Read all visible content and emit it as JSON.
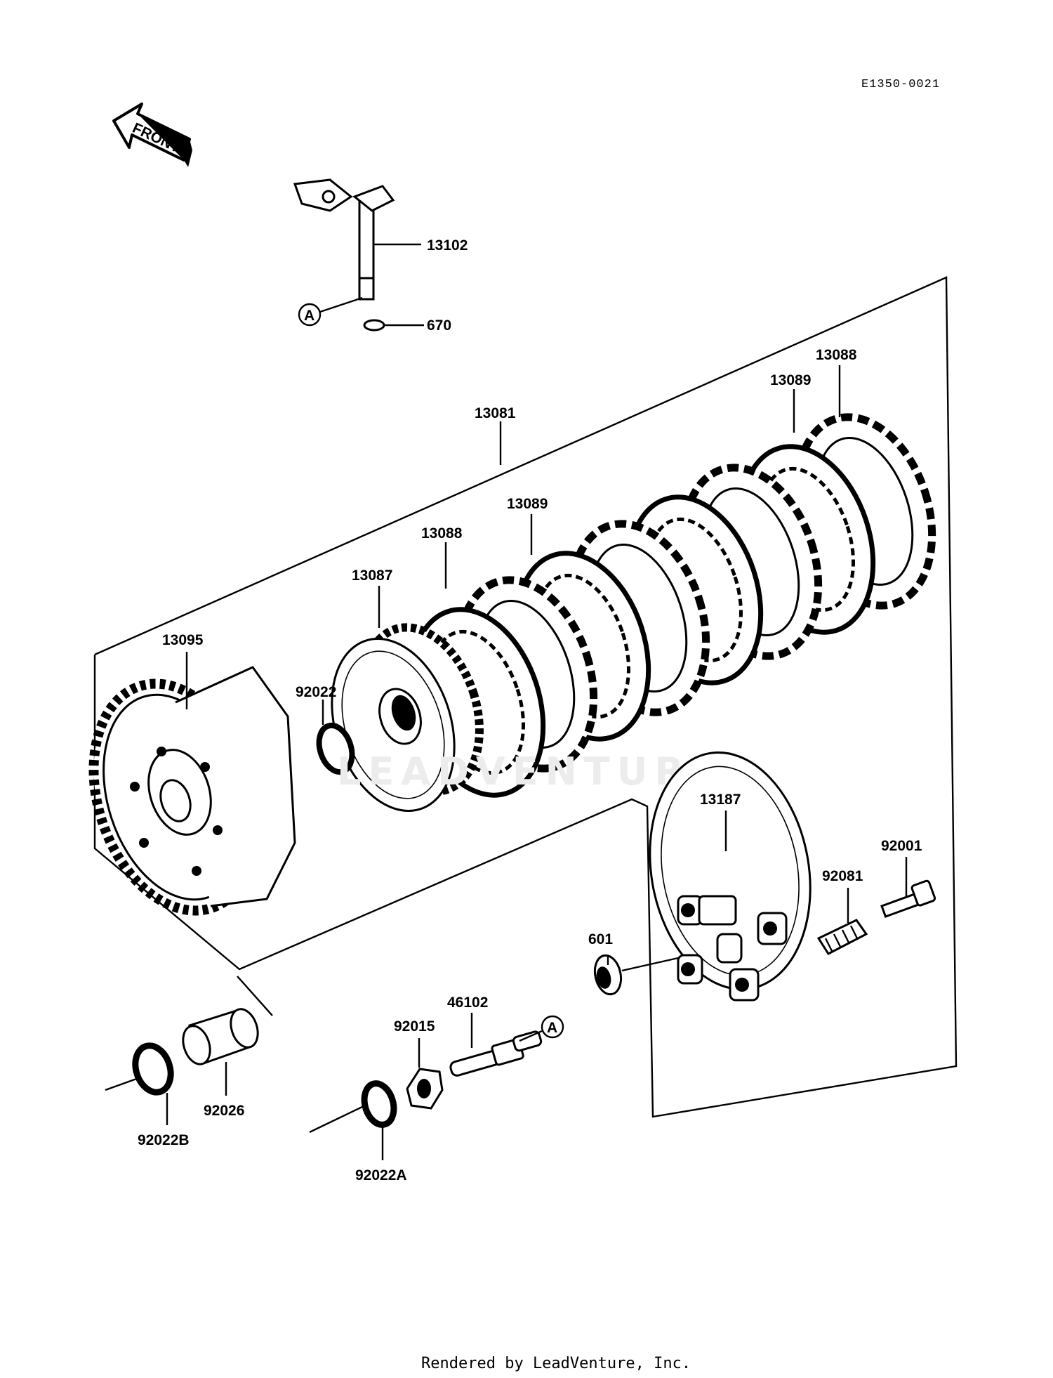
{
  "diagram_code": "E1350-0021",
  "front_label": "FRONT",
  "watermark": "LEADVENTURE",
  "footer": "Rendered by LeadVenture, Inc.",
  "ref_marker": "A",
  "parts": {
    "p13102": "13102",
    "p670": "670",
    "p13081": "13081",
    "p13088a": "13088",
    "p13089a": "13089",
    "p13089b": "13089",
    "p13088b": "13088",
    "p13087": "13087",
    "p13095": "13095",
    "p92022": "92022",
    "p13187": "13187",
    "p92001": "92001",
    "p92081": "92081",
    "p601": "601",
    "p46102": "46102",
    "p92015": "92015",
    "p92026": "92026",
    "p92022B": "92022B",
    "p92022A": "92022A"
  }
}
